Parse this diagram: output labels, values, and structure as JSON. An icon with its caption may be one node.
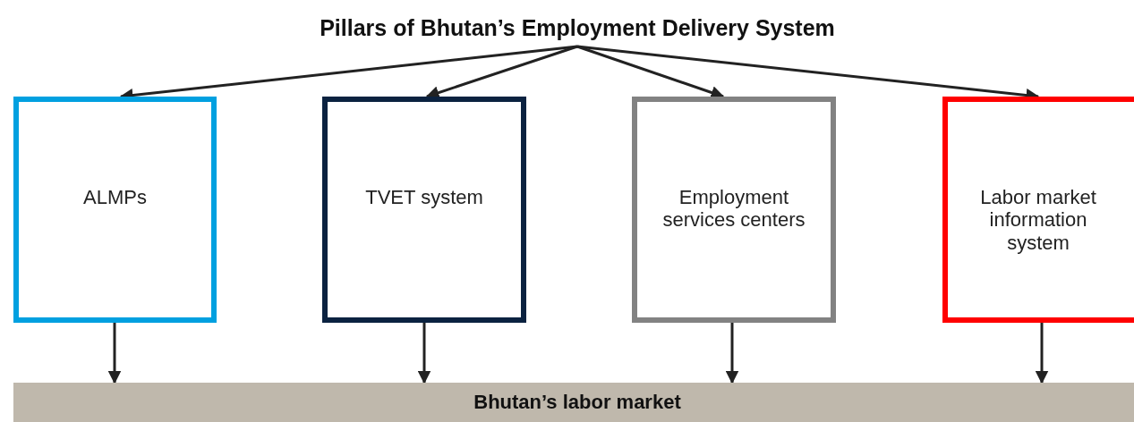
{
  "diagram": {
    "nodes": [
      {
        "text": [
          "Pillars of Bhutan’s Employment Delivery System"
        ]
      },
      {
        "text": [
          "ALMPs"
        ]
      },
      {
        "text": [
          "TVET system"
        ]
      },
      {
        "text": [
          "Employment services centers"
        ]
      },
      {
        "text": [
          "Labor market information system"
        ]
      },
      {
        "text": [
          "Bhutan’s labor market"
        ]
      }
    ],
    "edges": [
      {
        "from": 0,
        "to": 1,
        "arrow": "to"
      },
      {
        "from": 0,
        "to": 2,
        "arrow": "to"
      },
      {
        "from": 0,
        "to": 3,
        "arrow": "to"
      },
      {
        "from": 0,
        "to": 4,
        "arrow": "to"
      },
      {
        "from": 1,
        "to": 5,
        "arrow": "to"
      },
      {
        "from": 2,
        "to": 5,
        "arrow": "to"
      },
      {
        "from": 3,
        "to": 5,
        "arrow": "to"
      },
      {
        "from": 4,
        "to": 5,
        "arrow": "to"
      }
    ]
  }
}
